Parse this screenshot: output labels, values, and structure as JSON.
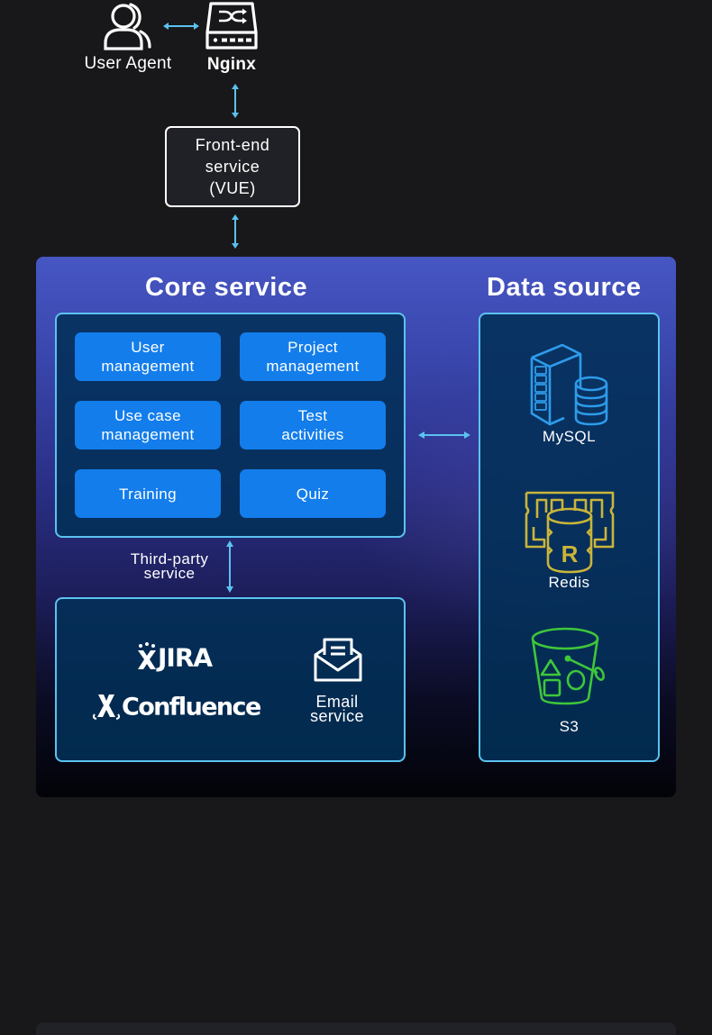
{
  "top": {
    "user_agent": {
      "label": "User Agent",
      "icon": "user-group-icon"
    },
    "nginx": {
      "label": "Nginx",
      "icon": "router-switch-icon"
    }
  },
  "frontend": {
    "lines": [
      "Front-end",
      "service",
      "(VUE)"
    ]
  },
  "core_service": {
    "title": "Core service",
    "modules": [
      {
        "lines": [
          "User",
          "management"
        ]
      },
      {
        "lines": [
          "Project",
          "management"
        ]
      },
      {
        "lines": [
          "Use case",
          "management"
        ]
      },
      {
        "lines": [
          "Test",
          "activities"
        ]
      },
      {
        "lines": [
          "Training"
        ]
      },
      {
        "lines": [
          "Quiz"
        ]
      }
    ]
  },
  "third_party": {
    "label_lines": [
      "Third-party",
      "service"
    ],
    "jira": "JIRA",
    "confluence": "Confluence",
    "email_lines": [
      "Email",
      "service"
    ]
  },
  "data_source": {
    "title": "Data source",
    "items": [
      {
        "label": "MySQL",
        "icon": "mysql-server-database-icon",
        "color": "#2e9bea"
      },
      {
        "label": "Redis",
        "icon": "redis-icon",
        "color": "#c9b53a"
      },
      {
        "label": "S3",
        "icon": "s3-bucket-icon",
        "color": "#3fc73a"
      }
    ]
  },
  "colors": {
    "arrow": "#5bc2f0",
    "module_blue": "#137deb",
    "box_border": "#5bc2f0",
    "background": "#18181a"
  }
}
